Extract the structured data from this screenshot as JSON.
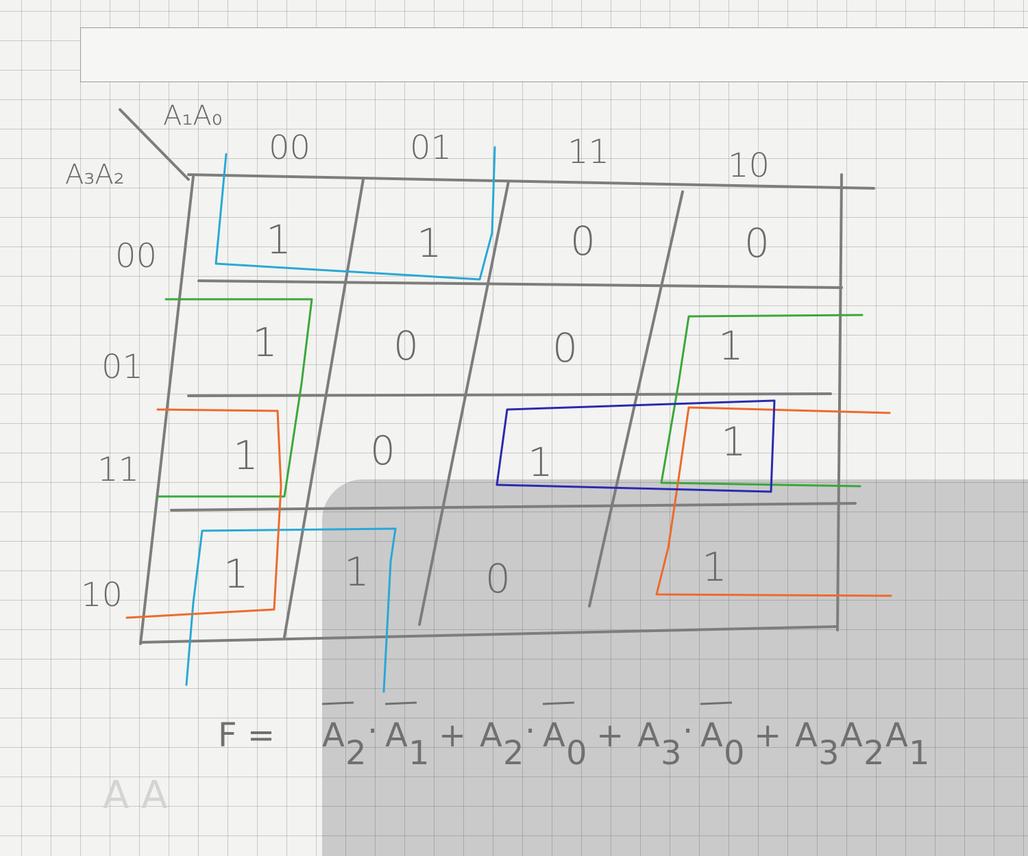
{
  "kmap": {
    "col_var_label": "A₁A₀",
    "row_var_label": "A₃A₂",
    "col_headers": [
      "00",
      "01",
      "11",
      "10"
    ],
    "row_headers": [
      "00",
      "01",
      "11",
      "10"
    ],
    "cells": [
      [
        "1",
        "1",
        "0",
        "0"
      ],
      [
        "1",
        "0",
        "0",
        "1"
      ],
      [
        "1",
        "0",
        "1",
        "1"
      ],
      [
        "1",
        "1",
        "0",
        "1"
      ]
    ]
  },
  "groups": [
    {
      "color": "#29a8d6"
    },
    {
      "color": "#3aa83a"
    },
    {
      "color": "#ee6a2c"
    },
    {
      "color": "#2a2ab0"
    }
  ],
  "equation": {
    "lhs": "F =",
    "terms": [
      {
        "parts": [
          {
            "base": "A",
            "sub": "2",
            "bar": true
          },
          {
            "op": "·"
          },
          {
            "base": "A",
            "sub": "1",
            "bar": true
          }
        ]
      },
      {
        "parts": [
          {
            "base": "A",
            "sub": "2",
            "bar": false
          },
          {
            "op": "·"
          },
          {
            "base": "A",
            "sub": "0",
            "bar": true
          }
        ]
      },
      {
        "parts": [
          {
            "base": "A",
            "sub": "3",
            "bar": false
          },
          {
            "op": "·"
          },
          {
            "base": "A",
            "sub": "0",
            "bar": true
          }
        ]
      },
      {
        "parts": [
          {
            "base": "A",
            "sub": "3",
            "bar": false
          },
          {
            "base": "A",
            "sub": "2",
            "bar": false
          },
          {
            "base": "A",
            "sub": "1",
            "bar": false
          }
        ]
      }
    ],
    "plus": "+"
  },
  "faint_scribble": "A  A"
}
